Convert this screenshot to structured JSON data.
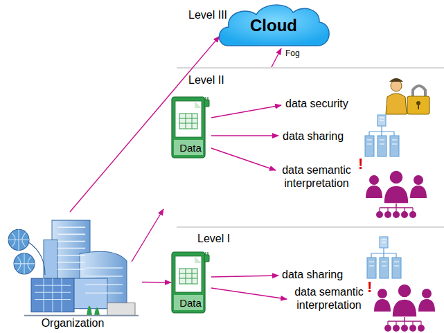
{
  "diagram": {
    "nodes": [
      {
        "text": [
          "Cloud"
        ]
      },
      {
        "text": [
          "Data"
        ]
      },
      {
        "text": [
          "Data"
        ]
      },
      {
        "text": [
          "Organization"
        ]
      }
    ],
    "edges": [
      {
        "from": 3,
        "to": 0,
        "arrow": "to"
      },
      {
        "from": 3,
        "to": 2,
        "arrow": "to"
      }
    ],
    "labels": [
      "Level III",
      "Fog",
      "Level II",
      "data security",
      "data sharing",
      "data semantic interpretation",
      "!",
      "Level I",
      "data sharing",
      "data semantic interpretation",
      "!"
    ]
  }
}
